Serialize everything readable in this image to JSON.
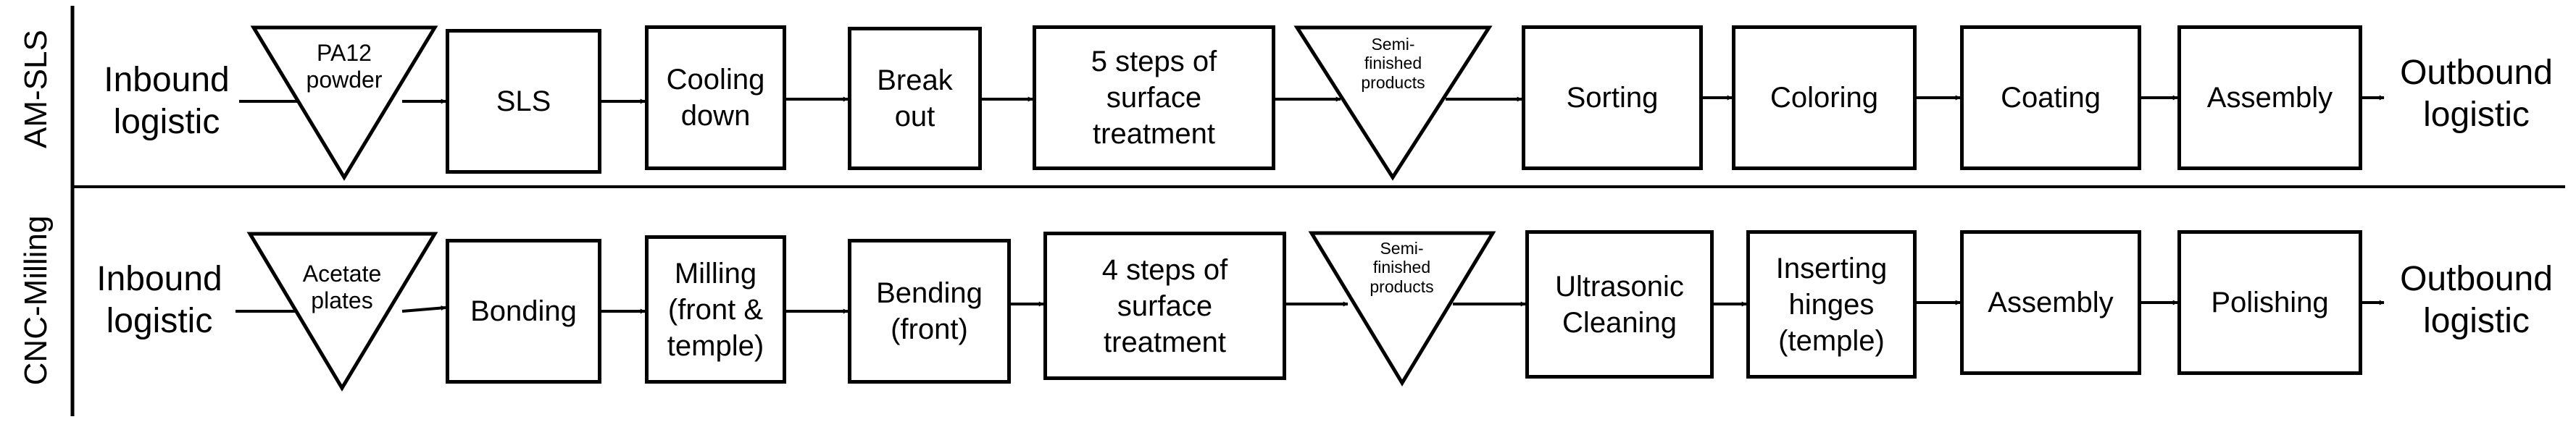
{
  "rows": [
    {
      "label": "AM-SLS",
      "inbound": "Inbound\nlogistic",
      "input_material": "PA12\npowder",
      "steps": [
        "SLS",
        "Cooling\ndown",
        "Break\nout",
        "5 steps of\nsurface\ntreatment"
      ],
      "intermediate": "Semi-\nfinished\nproducts",
      "steps_after": [
        "Sorting",
        "Coloring",
        "Coating",
        "Assembly"
      ],
      "outbound": "Outbound\nlogistic"
    },
    {
      "label": "CNC-Milling",
      "inbound": "Inbound\nlogistic",
      "input_material": "Acetate\nplates",
      "steps": [
        "Bonding",
        "Milling\n(front &\ntemple)",
        "Bending\n(front)",
        "4 steps of\nsurface\ntreatment"
      ],
      "intermediate": "Semi-\nfinished\nproducts",
      "steps_after": [
        "Ultrasonic\nCleaning",
        "Inserting\nhinges\n(temple)",
        "Assembly",
        "Polishing"
      ],
      "outbound": "Outbound\nlogistic"
    }
  ]
}
